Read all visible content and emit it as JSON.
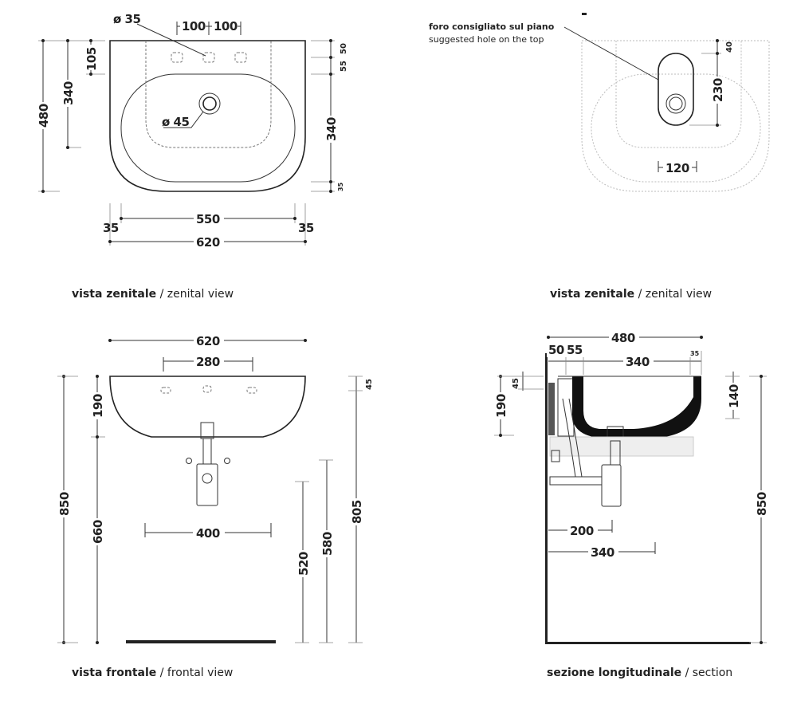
{
  "views": {
    "top_left": {
      "caption_bold": "vista zenitale",
      "caption_sep": " / ",
      "caption_rest": "zenital view",
      "dims": {
        "hole_diameter": "ø 35",
        "drain_diameter": "ø 45",
        "hole_spacing_a": "100",
        "hole_spacing_b": "100",
        "depth_total": "480",
        "depth_inner": "340",
        "hole_offset": "105",
        "right_50": "50",
        "right_55": "55",
        "right_340": "340",
        "right_35": "35",
        "width_inner": "550",
        "side_left": "35",
        "side_right": "35",
        "width_total": "620"
      }
    },
    "top_right": {
      "caption_bold": "vista zenitale",
      "caption_sep": " / ",
      "caption_rest": "zenital view",
      "note_it": "foro consigliato sul piano",
      "note_en": "suggested hole on the top",
      "dims": {
        "offset": "40",
        "slot_length": "230",
        "slot_width": "120"
      }
    },
    "bottom_left": {
      "caption_bold": "vista frontale",
      "caption_sep": " / ",
      "caption_rest": "frontal view",
      "dims": {
        "width_total": "620",
        "hole_spacing": "280",
        "bracket_spacing": "400",
        "height_total": "850",
        "basin_height": "190",
        "under_height": "660",
        "h520": "520",
        "h580": "580",
        "h805": "805",
        "rim": "45"
      }
    },
    "bottom_right": {
      "caption_bold": "sezione longitudinale",
      "caption_sep": " / ",
      "caption_rest": "section",
      "dims": {
        "depth_total": "480",
        "d50": "50",
        "d55": "55",
        "d340": "340",
        "d35": "35",
        "h190": "190",
        "h45": "45",
        "h140": "140",
        "h850": "850",
        "w200": "200",
        "w340": "340"
      }
    }
  }
}
